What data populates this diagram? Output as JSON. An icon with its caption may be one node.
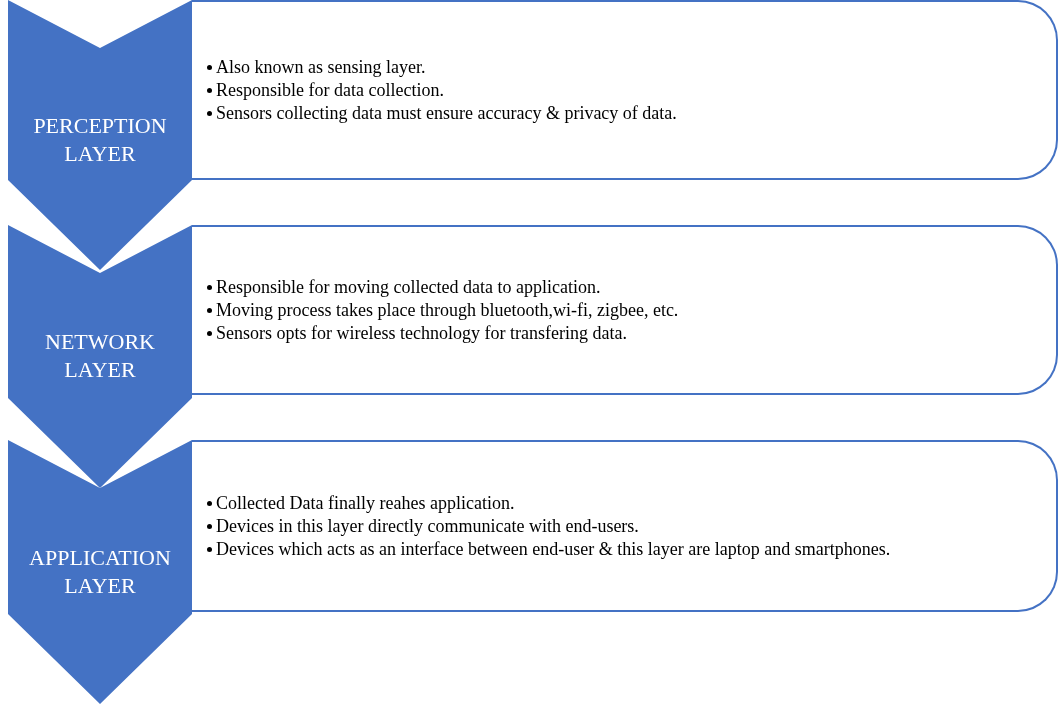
{
  "diagram": {
    "nodes": [
      {
        "text": [
          "PERCEPTION LAYER"
        ]
      },
      {
        "text": [
          "Also known as sensing layer.",
          "Responsible for data collection.",
          "Sensors collecting data must ensure accuracy & privacy of data."
        ]
      },
      {
        "text": [
          "NETWORK LAYER"
        ]
      },
      {
        "text": [
          "Responsible for moving collected data to application.",
          "Moving process takes place through bluetooth,wi-fi, zigbee, etc.",
          "Sensors opts for wireless technology for transfering data."
        ]
      },
      {
        "text": [
          "APPLICATION LAYER"
        ]
      },
      {
        "text": [
          "Collected Data finally reahes application.",
          "Devices in this layer directly communicate with end-users.",
          "Devices which acts as an interface between end-user & this layer are laptop and smartphones."
        ]
      }
    ]
  }
}
